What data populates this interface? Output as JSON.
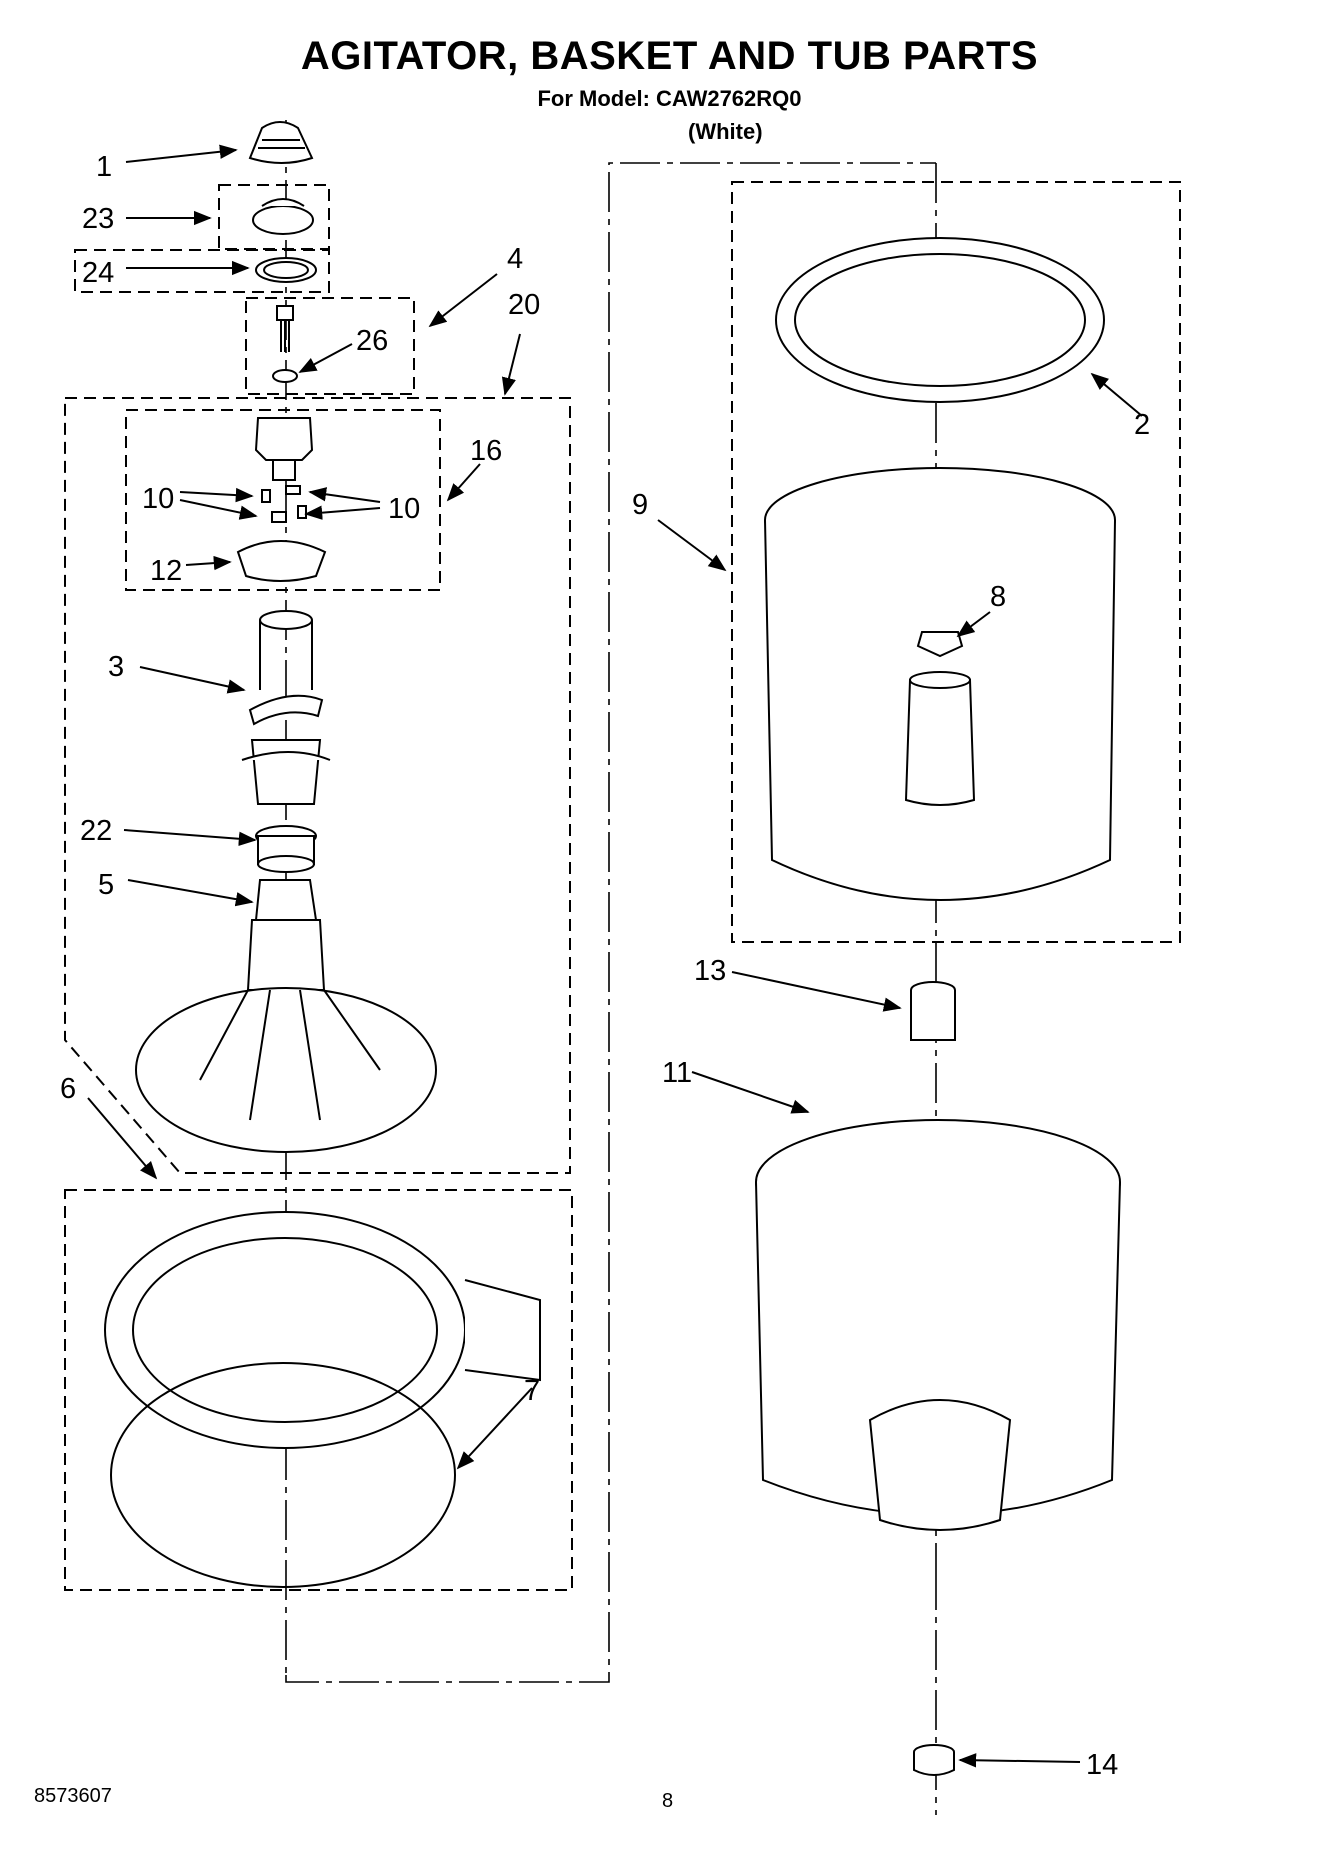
{
  "header": {
    "title": "AGITATOR, BASKET AND TUB PARTS",
    "model_line": "For Model: CAW2762RQ0",
    "variant": "(White)"
  },
  "footer": {
    "doc_number": "8573607",
    "page_number": "8"
  },
  "callouts": {
    "c1": "1",
    "c23": "23",
    "c24": "24",
    "c4": "4",
    "c20": "20",
    "c26": "26",
    "c16": "16",
    "c10a": "10",
    "c10b": "10",
    "c12": "12",
    "c3": "3",
    "c22": "22",
    "c5": "5",
    "c6": "6",
    "c7": "7",
    "c2": "2",
    "c9": "9",
    "c8": "8",
    "c13": "13",
    "c11": "11",
    "c14": "14"
  }
}
